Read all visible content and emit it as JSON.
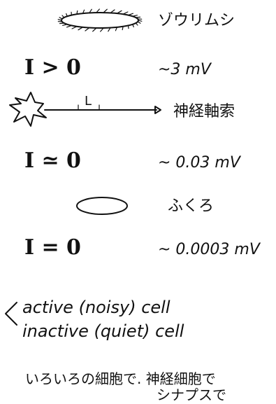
{
  "rows": {
    "paramecium": {
      "name": "ゾウリムシ",
      "current": "I > 0",
      "voltage": "~3 mV"
    },
    "axon": {
      "axon_label": "L",
      "name": "神経軸索",
      "current": "I ≃ 0",
      "voltage": "~ 0.03 mV"
    },
    "vesicle": {
      "name": "ふくろ",
      "current": "I = 0",
      "voltage": "~ 0.0003 mV"
    }
  },
  "cell_types": {
    "active": "active (noisy) cell",
    "inactive": "inactive (quiet) cell"
  },
  "note": {
    "line1": "いろいろの細胞で. 神経細胞で",
    "line2": "シナプスで"
  }
}
